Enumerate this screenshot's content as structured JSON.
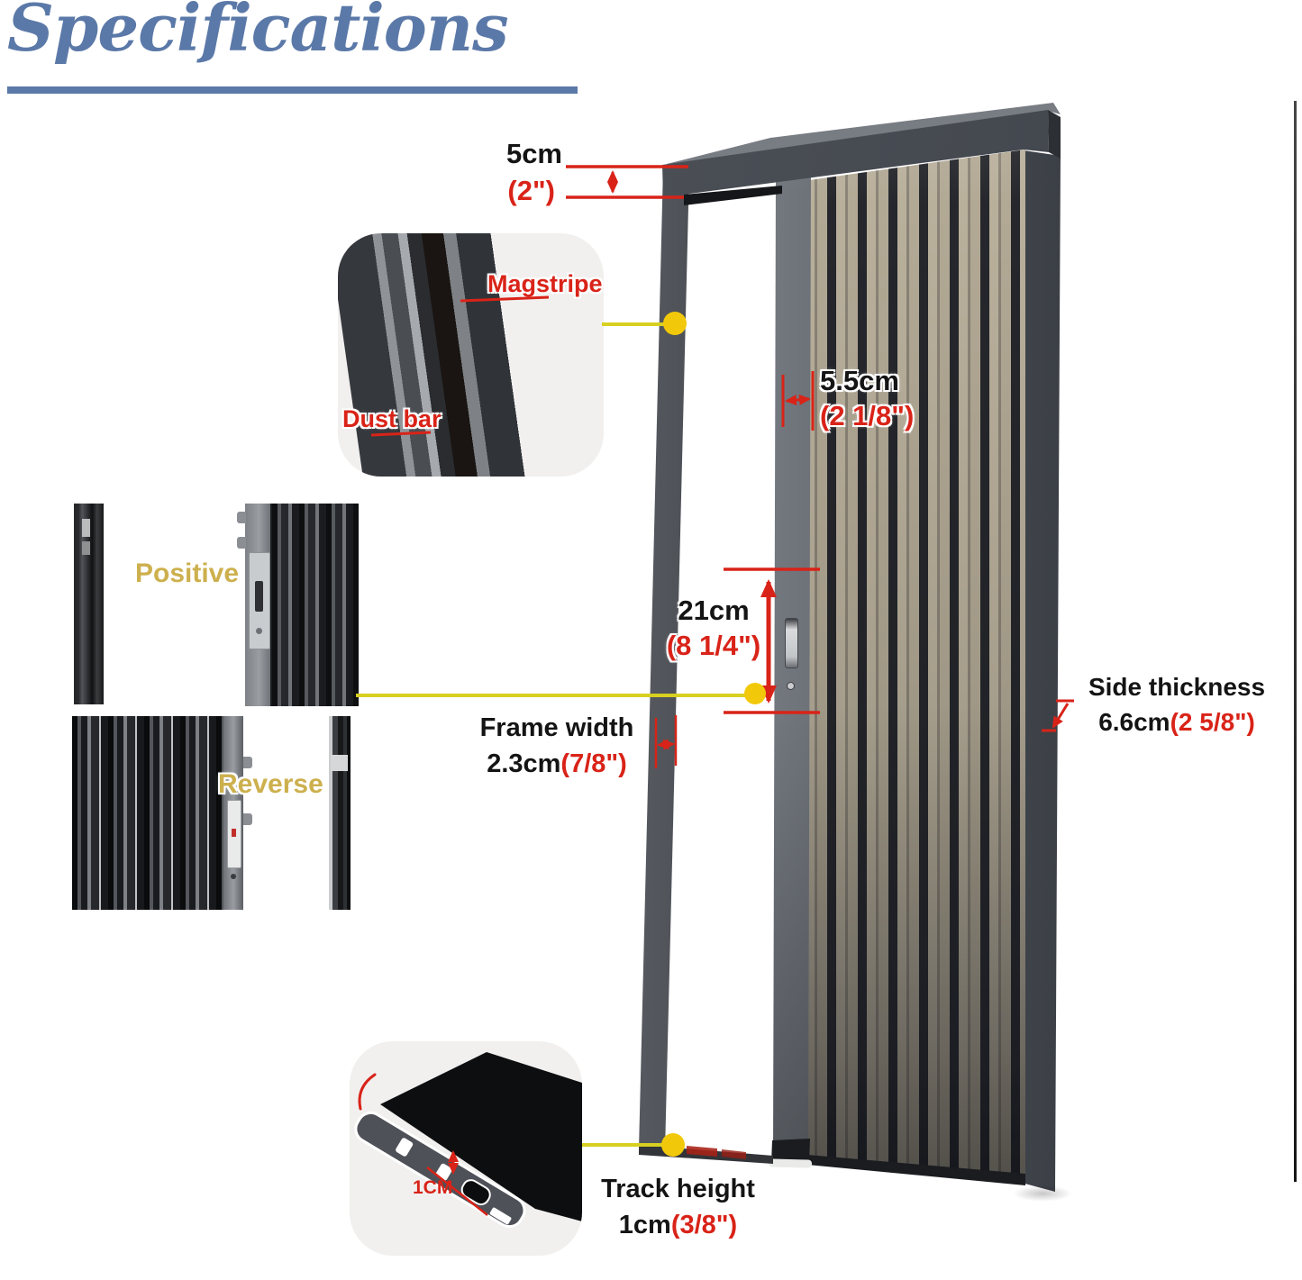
{
  "title": "Specifications",
  "colors": {
    "title_blue": "#5b79a8",
    "annotation_red": "#d92318",
    "connector_yellow": "#d8d021",
    "dot_yellow": "#f2c90a",
    "label_gold": "#cdb04e"
  },
  "measurements": {
    "top_frame_height": {
      "metric": "5cm",
      "imperial": "(2\")"
    },
    "panel_depth": {
      "metric": "5.5cm",
      "imperial": "(2 1/8\")"
    },
    "handle_height": {
      "metric": "21cm",
      "imperial": "(8 1/4\")"
    },
    "frame_width": {
      "label": "Frame width",
      "metric": "2.3cm",
      "imperial": "(7/8\")"
    },
    "side_thickness": {
      "label": "Side thickness",
      "metric": "6.6cm",
      "imperial": "(2 5/8\")"
    },
    "track_height": {
      "label": "Track height",
      "metric": "1cm",
      "imperial": "(3/8\")"
    },
    "track_cross_section": {
      "metric": "1CM"
    }
  },
  "callouts": {
    "magstripe": "Magstripe",
    "dust_bar": "Dust bar",
    "positive": "Positive",
    "reverse": "Reverse"
  }
}
